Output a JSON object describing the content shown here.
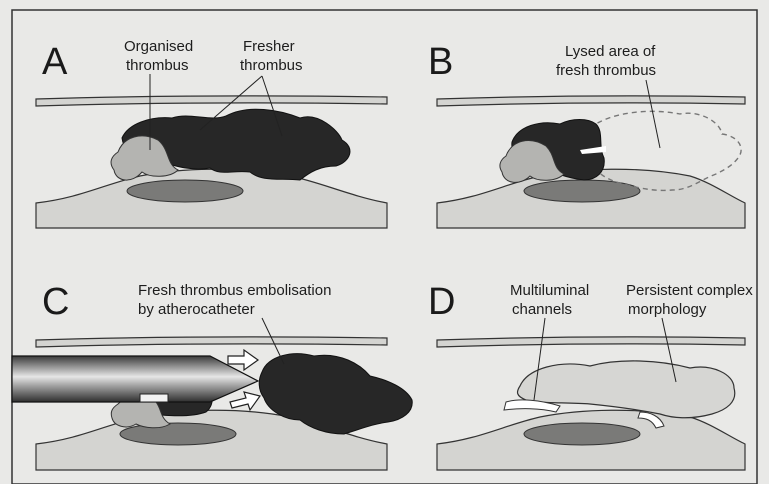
{
  "panels": {
    "A": {
      "letter": "A",
      "label_organised": [
        "Organised",
        "thrombus"
      ],
      "label_fresher": [
        "Fresher",
        "thrombus"
      ]
    },
    "B": {
      "letter": "B",
      "label_lysed": [
        "Lysed area of",
        "fresh thrombus"
      ]
    },
    "C": {
      "letter": "C",
      "label_embolisation": [
        "Fresh thrombus embolisation",
        "by atherocatheter"
      ]
    },
    "D": {
      "letter": "D",
      "label_multiluminal": [
        "Multiluminal",
        "channels"
      ],
      "label_persistent": [
        "Persistent complex",
        "morphology"
      ]
    }
  },
  "colors": {
    "background": "#e9e9e7",
    "border": "#333333",
    "vessel_wall": "#d4d4d1",
    "plaque_core": "#7a7a78",
    "organised_thrombus": "#b4b4b1",
    "fresh_thrombus": "#272727",
    "catheter": "#8c8c8c"
  }
}
